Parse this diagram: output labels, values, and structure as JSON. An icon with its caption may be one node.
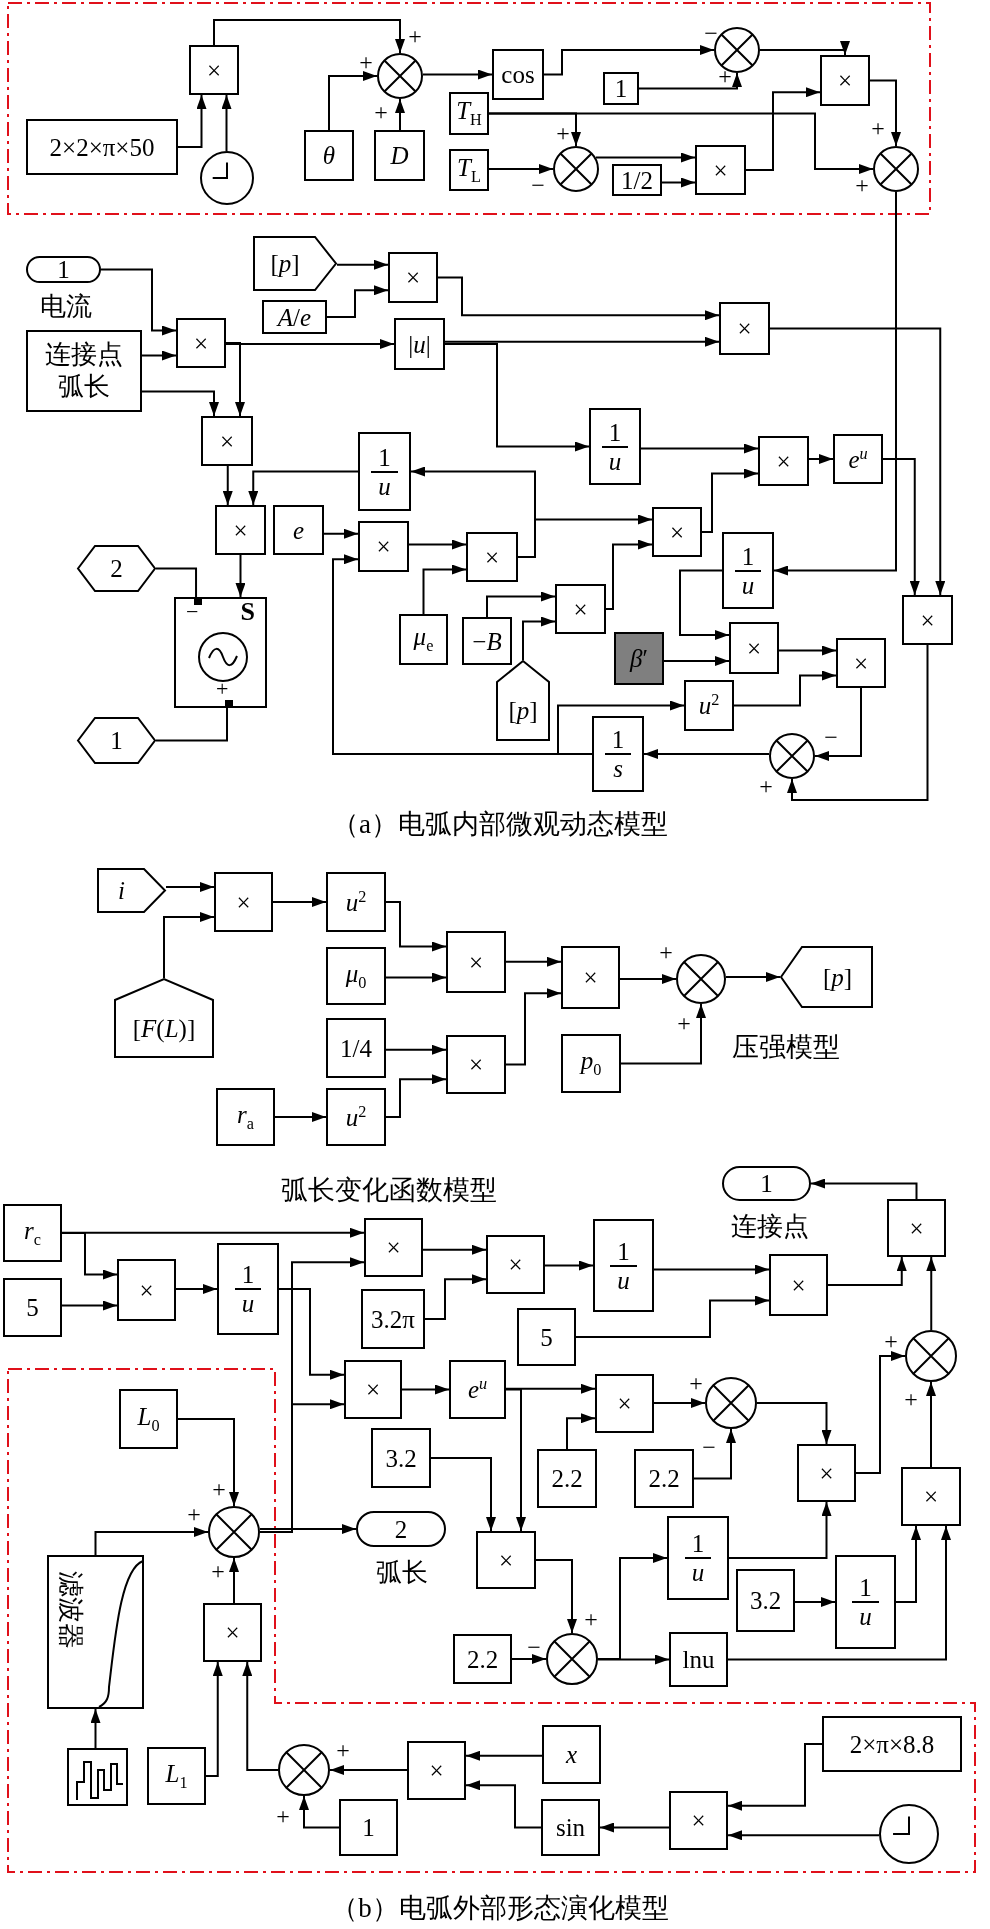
{
  "diagram": {
    "nodes": [
      {
        "text": [
          "2×2×π×50"
        ]
      },
      {
        "text": [
          "×"
        ]
      },
      {
        "text": [],
        "shape": "clock"
      },
      {
        "text": [
          "θ"
        ]
      },
      {
        "text": [
          "D"
        ]
      },
      {
        "text": [],
        "shape": "circle"
      },
      {
        "text": [
          "cos"
        ]
      },
      {
        "text": [
          "1"
        ]
      },
      {
        "text": [],
        "shape": "circle"
      },
      {
        "text": [
          "*T*$_{H}$"
        ]
      },
      {
        "text": [
          "*T*$_{L}$"
        ]
      },
      {
        "text": [],
        "shape": "circle"
      },
      {
        "text": [
          "1/2"
        ]
      },
      {
        "text": [
          "×"
        ]
      },
      {
        "text": [
          "×"
        ]
      },
      {
        "text": [],
        "shape": "circle"
      },
      {
        "text": [
          "1"
        ],
        "beside": [
          "电流"
        ]
      },
      {
        "text": [
          "[*p*]"
        ]
      },
      {
        "text": [
          "*A*/*e*"
        ]
      },
      {
        "text": [
          "×"
        ]
      },
      {
        "text": [
          "连接点弧长"
        ]
      },
      {
        "text": [
          "×"
        ]
      },
      {
        "text": [
          "|*u*|"
        ]
      },
      {
        "text": [
          "×"
        ]
      },
      {
        "text": [
          "×"
        ]
      },
      {
        "text": [
          "1",
          "u"
        ]
      },
      {
        "text": [
          "×"
        ]
      },
      {
        "text": [
          "*e*$^{u}$"
        ]
      },
      {
        "text": [
          "1",
          "u"
        ]
      },
      {
        "text": [
          "×"
        ]
      },
      {
        "text": [
          "e"
        ]
      },
      {
        "text": [
          "×"
        ]
      },
      {
        "text": [
          "×"
        ]
      },
      {
        "text": [
          "×"
        ]
      },
      {
        "text": [
          "1",
          "u"
        ]
      },
      {
        "text": [
          "2"
        ]
      },
      {
        "text": [
          "×"
        ]
      },
      {
        "text": [
          "×"
        ]
      },
      {
        "text": [
          "−",
          "S",
          "+"
        ]
      },
      {
        "text": [
          "*μ*$_{e}$"
        ]
      },
      {
        "text": [
          "−*B*"
        ]
      },
      {
        "text": [
          "×"
        ]
      },
      {
        "text": [
          "*β*′"
        ]
      },
      {
        "text": [
          "×"
        ]
      },
      {
        "text": [
          "[*p*]"
        ]
      },
      {
        "text": [
          "*u*$^{2}$"
        ]
      },
      {
        "text": [
          "1"
        ]
      },
      {
        "text": [
          "1",
          "s"
        ]
      },
      {
        "text": [],
        "shape": "circle"
      },
      {
        "text": [
          "i"
        ]
      },
      {
        "text": [
          "×"
        ]
      },
      {
        "text": [
          "*u*$^{2}$"
        ]
      },
      {
        "text": [
          "×"
        ]
      },
      {
        "text": [
          "*μ*$_{0}$"
        ]
      },
      {
        "text": [
          "×"
        ]
      },
      {
        "text": [],
        "shape": "circle"
      },
      {
        "text": [
          "[*p*]"
        ]
      },
      {
        "text": [
          "[*F*(*L*)]"
        ]
      },
      {
        "text": [
          "1/4"
        ]
      },
      {
        "text": [
          "×"
        ]
      },
      {
        "text": [
          "*p*$_{0}$"
        ]
      },
      {
        "text": [
          "*r*$_{a}$"
        ]
      },
      {
        "text": [
          "*u*$^{2}$"
        ]
      },
      {
        "text": [
          "1"
        ],
        "beside": [
          "连接点"
        ]
      },
      {
        "text": [
          "×"
        ]
      },
      {
        "text": [
          "*r*$_{c}$"
        ]
      },
      {
        "text": [
          "×"
        ]
      },
      {
        "text": [
          "×"
        ]
      },
      {
        "text": [
          "1",
          "u"
        ]
      },
      {
        "text": [
          "1",
          "u"
        ]
      },
      {
        "text": [
          "×"
        ]
      },
      {
        "text": [
          "×"
        ]
      },
      {
        "text": [
          "5"
        ]
      },
      {
        "text": [
          "3.2π"
        ]
      },
      {
        "text": [
          "5"
        ]
      },
      {
        "text": [],
        "shape": "circle"
      },
      {
        "text": [
          "×"
        ]
      },
      {
        "text": [
          "*e*$^{u}$"
        ]
      },
      {
        "text": [
          "×"
        ]
      },
      {
        "text": [],
        "shape": "circle"
      },
      {
        "text": [
          "*L*$_{0}$"
        ]
      },
      {
        "text": [
          "3.2"
        ]
      },
      {
        "text": [
          "2.2"
        ]
      },
      {
        "text": [
          "2.2"
        ]
      },
      {
        "text": [
          "×"
        ]
      },
      {
        "text": [
          "×"
        ]
      },
      {
        "text": [
          "2"
        ],
        "beside": [
          "弧长"
        ]
      },
      {
        "text": [],
        "shape": "circle"
      },
      {
        "text": [
          "×"
        ]
      },
      {
        "text": [
          "1",
          "u"
        ]
      },
      {
        "text": [
          "滤波器"
        ]
      },
      {
        "text": [
          "1",
          "u"
        ]
      },
      {
        "text": [
          "3.2"
        ]
      },
      {
        "text": [
          "×"
        ]
      },
      {
        "text": [
          "2.2"
        ]
      },
      {
        "text": [],
        "shape": "circle"
      },
      {
        "text": [
          "lnu"
        ]
      },
      {
        "text": [
          "2×π×8.8"
        ]
      },
      {
        "text": [
          "x"
        ]
      },
      {
        "text": [
          "×"
        ]
      },
      {
        "text": [],
        "shape": "picture"
      },
      {
        "text": [
          "*L*$_{1}$"
        ]
      },
      {
        "text": [],
        "shape": "circle"
      },
      {
        "text": [
          "×"
        ]
      },
      {
        "text": [
          "sin"
        ]
      },
      {
        "text": [
          "1"
        ]
      },
      {
        "text": [],
        "shape": "clock"
      }
    ],
    "edges": [
      {
        "from": 0,
        "to": 1,
        "arrow": "to"
      },
      {
        "from": 2,
        "to": 1,
        "arrow": "to"
      },
      {
        "from": 1,
        "to": 5,
        "arrow": "to"
      },
      {
        "from": 3,
        "to": 5,
        "arrow": "to"
      },
      {
        "from": 4,
        "to": 5,
        "arrow": "to"
      },
      {
        "from": 5,
        "to": 6,
        "arrow": "to"
      },
      {
        "from": 6,
        "to": 8,
        "arrow": "to"
      },
      {
        "from": 7,
        "to": 8,
        "arrow": "to"
      },
      {
        "from": 9,
        "to": 11,
        "arrow": "to"
      },
      {
        "from": 9,
        "to": 15,
        "arrow": "to"
      },
      {
        "from": 10,
        "to": 11,
        "arrow": "to"
      },
      {
        "from": 11,
        "to": 13,
        "arrow": "to"
      },
      {
        "from": 12,
        "to": 13,
        "arrow": "to"
      },
      {
        "from": 13,
        "to": 14,
        "arrow": "to"
      },
      {
        "from": 8,
        "to": 14,
        "arrow": "to"
      },
      {
        "from": 14,
        "to": 15,
        "arrow": "to"
      },
      {
        "from": 15,
        "to": 34,
        "arrow": "to"
      },
      {
        "from": 16,
        "to": 21,
        "arrow": "to"
      },
      {
        "from": 20,
        "to": 21,
        "arrow": "to"
      },
      {
        "from": 20,
        "to": 24,
        "arrow": "to"
      },
      {
        "from": 21,
        "to": 22,
        "arrow": "to"
      },
      {
        "from": 21,
        "to": 24,
        "arrow": "to"
      },
      {
        "from": 17,
        "to": 19,
        "arrow": "to"
      },
      {
        "from": 18,
        "to": 19,
        "arrow": "to"
      },
      {
        "from": 19,
        "to": 23,
        "arrow": "to"
      },
      {
        "from": 22,
        "to": 23,
        "arrow": "to"
      },
      {
        "from": 22,
        "to": 25,
        "arrow": "to"
      },
      {
        "from": 23,
        "to": 37,
        "arrow": "to"
      },
      {
        "from": 25,
        "to": 26,
        "arrow": "to"
      },
      {
        "from": 26,
        "to": 27,
        "arrow": "to"
      },
      {
        "from": 27,
        "to": 37,
        "arrow": "to"
      },
      {
        "from": 33,
        "to": 26,
        "arrow": "to"
      },
      {
        "from": 24,
        "to": 29,
        "arrow": "to"
      },
      {
        "from": 28,
        "to": 29,
        "arrow": "to"
      },
      {
        "from": 29,
        "to": 38,
        "arrow": "to"
      },
      {
        "from": 30,
        "to": 31,
        "arrow": "to"
      },
      {
        "from": 47,
        "to": 31,
        "arrow": "to"
      },
      {
        "from": 47,
        "to": 45,
        "arrow": "to"
      },
      {
        "from": 31,
        "to": 32,
        "arrow": "to"
      },
      {
        "from": 39,
        "to": 32,
        "arrow": "to"
      },
      {
        "from": 32,
        "to": 28,
        "arrow": "to"
      },
      {
        "from": 32,
        "to": 33,
        "arrow": "to"
      },
      {
        "from": 40,
        "to": 36,
        "arrow": "to"
      },
      {
        "from": 44,
        "to": 36,
        "arrow": "to"
      },
      {
        "from": 36,
        "to": 33,
        "arrow": "to"
      },
      {
        "from": 34,
        "to": 41,
        "arrow": "to"
      },
      {
        "from": 42,
        "to": 41,
        "arrow": "to"
      },
      {
        "from": 41,
        "to": 43,
        "arrow": "to"
      },
      {
        "from": 45,
        "to": 43,
        "arrow": "to"
      },
      {
        "from": 43,
        "to": 48,
        "arrow": "to"
      },
      {
        "from": 37,
        "to": 48,
        "arrow": "to"
      },
      {
        "from": 48,
        "to": 47,
        "arrow": "to"
      },
      {
        "from": 35,
        "to": 38,
        "arrow": "none"
      },
      {
        "from": 46,
        "to": 38,
        "arrow": "none"
      },
      {
        "from": 49,
        "to": 50,
        "arrow": "to"
      },
      {
        "from": 57,
        "to": 50,
        "arrow": "to"
      },
      {
        "from": 50,
        "to": 51,
        "arrow": "to"
      },
      {
        "from": 51,
        "to": 52,
        "arrow": "to"
      },
      {
        "from": 53,
        "to": 52,
        "arrow": "to"
      },
      {
        "from": 52,
        "to": 54,
        "arrow": "to"
      },
      {
        "from": 58,
        "to": 59,
        "arrow": "to"
      },
      {
        "from": 62,
        "to": 59,
        "arrow": "to"
      },
      {
        "from": 61,
        "to": 62,
        "arrow": "to"
      },
      {
        "from": 59,
        "to": 54,
        "arrow": "to"
      },
      {
        "from": 54,
        "to": 55,
        "arrow": "to"
      },
      {
        "from": 60,
        "to": 55,
        "arrow": "to"
      },
      {
        "from": 55,
        "to": 56,
        "arrow": "to"
      },
      {
        "from": 64,
        "to": 63,
        "arrow": "to"
      },
      {
        "from": 65,
        "to": 66,
        "arrow": "to"
      },
      {
        "from": 65,
        "to": 70,
        "arrow": "to"
      },
      {
        "from": 72,
        "to": 70,
        "arrow": "to"
      },
      {
        "from": 70,
        "to": 69,
        "arrow": "to"
      },
      {
        "from": 87,
        "to": 66,
        "arrow": "to"
      },
      {
        "from": 87,
        "to": 76,
        "arrow": "to"
      },
      {
        "from": 87,
        "to": 86,
        "arrow": "to"
      },
      {
        "from": 69,
        "to": 76,
        "arrow": "to"
      },
      {
        "from": 66,
        "to": 67,
        "arrow": "to"
      },
      {
        "from": 73,
        "to": 67,
        "arrow": "to"
      },
      {
        "from": 67,
        "to": 68,
        "arrow": "to"
      },
      {
        "from": 68,
        "to": 71,
        "arrow": "to"
      },
      {
        "from": 74,
        "to": 71,
        "arrow": "to"
      },
      {
        "from": 71,
        "to": 64,
        "arrow": "to"
      },
      {
        "from": 75,
        "to": 64,
        "arrow": "to"
      },
      {
        "from": 76,
        "to": 77,
        "arrow": "to"
      },
      {
        "from": 77,
        "to": 78,
        "arrow": "to"
      },
      {
        "from": 77,
        "to": 88,
        "arrow": "to"
      },
      {
        "from": 82,
        "to": 78,
        "arrow": "to"
      },
      {
        "from": 78,
        "to": 79,
        "arrow": "to"
      },
      {
        "from": 83,
        "to": 79,
        "arrow": "to"
      },
      {
        "from": 79,
        "to": 84,
        "arrow": "to"
      },
      {
        "from": 84,
        "to": 75,
        "arrow": "to"
      },
      {
        "from": 85,
        "to": 75,
        "arrow": "to"
      },
      {
        "from": 81,
        "to": 88,
        "arrow": "to"
      },
      {
        "from": 88,
        "to": 95,
        "arrow": "to"
      },
      {
        "from": 94,
        "to": 95,
        "arrow": "to"
      },
      {
        "from": 95,
        "to": 96,
        "arrow": "to"
      },
      {
        "from": 95,
        "to": 89,
        "arrow": "to"
      },
      {
        "from": 89,
        "to": 84,
        "arrow": "to"
      },
      {
        "from": 92,
        "to": 91,
        "arrow": "to"
      },
      {
        "from": 91,
        "to": 85,
        "arrow": "to"
      },
      {
        "from": 96,
        "to": 85,
        "arrow": "to"
      },
      {
        "from": 80,
        "to": 87,
        "arrow": "to"
      },
      {
        "from": 90,
        "to": 87,
        "arrow": "to"
      },
      {
        "from": 93,
        "to": 87,
        "arrow": "to"
      },
      {
        "from": 100,
        "to": 90,
        "arrow": "to"
      },
      {
        "from": 101,
        "to": 93,
        "arrow": "to"
      },
      {
        "from": 102,
        "to": 93,
        "arrow": "to"
      },
      {
        "from": 99,
        "to": 102,
        "arrow": "to"
      },
      {
        "from": 105,
        "to": 102,
        "arrow": "to"
      },
      {
        "from": 98,
        "to": 99,
        "arrow": "to"
      },
      {
        "from": 104,
        "to": 99,
        "arrow": "to"
      },
      {
        "from": 103,
        "to": 104,
        "arrow": "to"
      },
      {
        "from": 97,
        "to": 103,
        "arrow": "to"
      },
      {
        "from": 106,
        "to": 103,
        "arrow": "to"
      }
    ],
    "labels": [
      "+",
      "+",
      "+",
      "−",
      "+",
      "+",
      "−",
      "+",
      "+",
      "−",
      "+",
      "（a）电弧内部微观动态模型",
      "+",
      "+",
      "压强模型",
      "弧长变化函数模型",
      "+",
      "+",
      "+",
      "−",
      "+",
      "+",
      "+",
      "+",
      "−",
      "+",
      "+",
      "（b）电弧外部形态演化模型"
    ]
  }
}
